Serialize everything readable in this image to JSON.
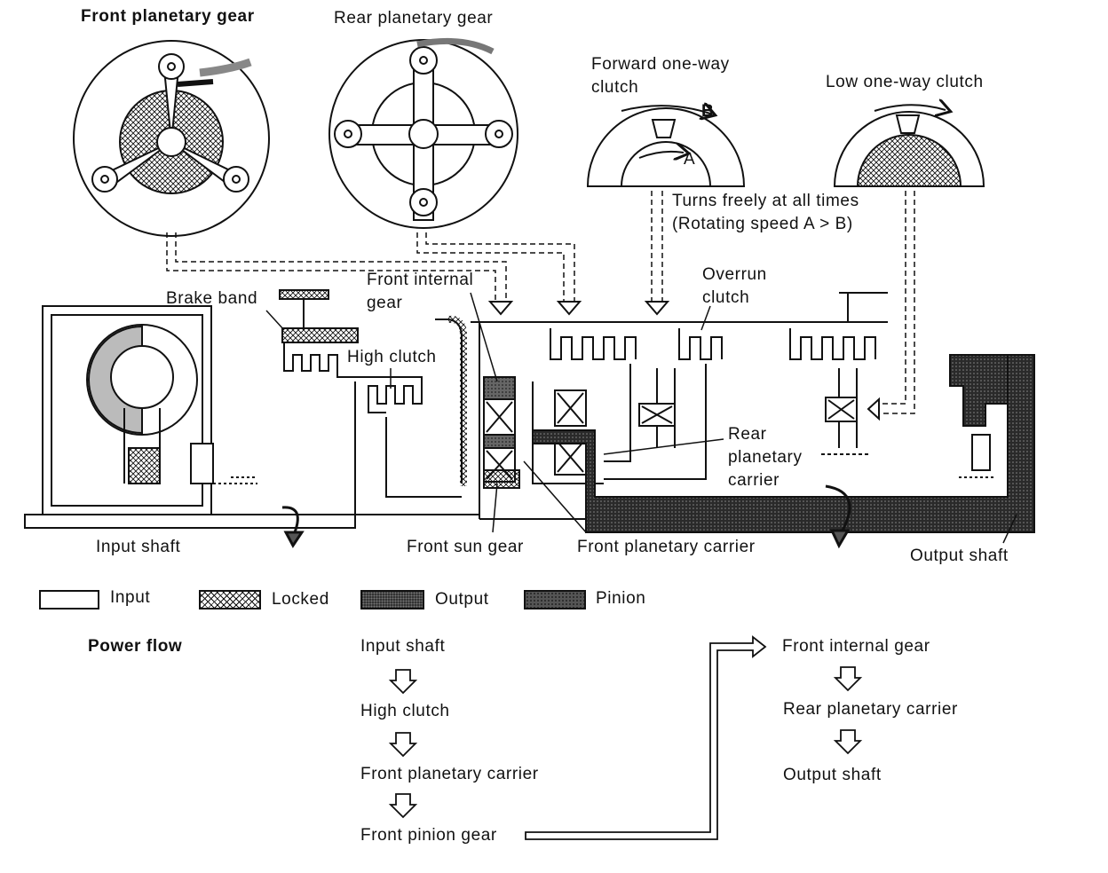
{
  "labels": {
    "front_planetary_gear": "Front planetary gear",
    "rear_planetary_gear": "Rear planetary gear",
    "forward_one_way_clutch": "Forward one-way clutch",
    "low_one_way_clutch": "Low one-way clutch",
    "arrow_b": "B",
    "arrow_a": "A",
    "turns_freely": "Turns freely at all times (Rotating speed A > B)",
    "overrun_clutch": "Overrun clutch",
    "front_internal_gear": "Front internal gear",
    "brake_band": "Brake band",
    "high_clutch": "High clutch",
    "rear_planetary_carrier": "Rear planetary carrier",
    "input_shaft": "Input shaft",
    "front_sun_gear": "Front sun gear",
    "front_planetary_carrier": "Front planetary carrier",
    "output_shaft": "Output shaft"
  },
  "legend": [
    {
      "label": "Input",
      "fill": "white"
    },
    {
      "label": "Locked",
      "fill": "cross-hatch"
    },
    {
      "label": "Output",
      "fill": "dark-stipple"
    },
    {
      "label": "Pinion",
      "fill": "grey-stipple"
    }
  ],
  "power_flow": {
    "title": "Power flow",
    "steps_left": [
      "Input shaft",
      "High clutch",
      "Front planetary carrier",
      "Front pinion gear"
    ],
    "steps_right": [
      "Front internal gear",
      "Rear planetary carrier",
      "Output shaft"
    ]
  },
  "colors": {
    "ink": "#111111",
    "paper": "#ffffff"
  }
}
